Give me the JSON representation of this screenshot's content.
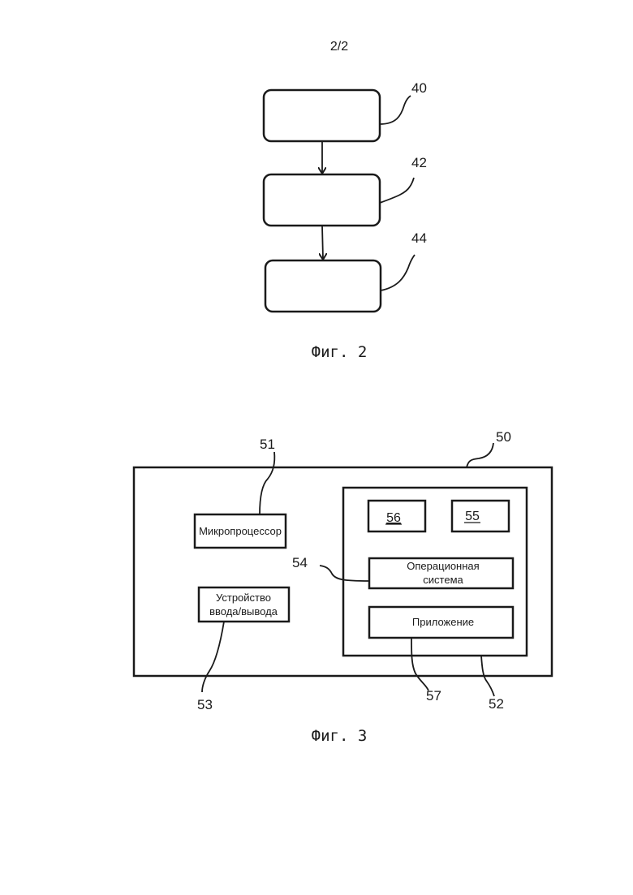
{
  "page": {
    "number": "2/2"
  },
  "fig2": {
    "caption": "Фиг. 2",
    "blocks": [
      {
        "ref": "40"
      },
      {
        "ref": "42"
      },
      {
        "ref": "44"
      }
    ]
  },
  "fig3": {
    "caption": "Фиг. 3",
    "device_ref": "50",
    "memory_ref": "52",
    "microprocessor": {
      "ref": "51",
      "label": "Микропроцессор"
    },
    "io_device": {
      "ref": "53",
      "label_line1": "Устройство",
      "label_line2": "ввода/вывода"
    },
    "os": {
      "ref": "54",
      "label_line1": "Операционная",
      "label_line2": "система"
    },
    "app": {
      "ref": "57",
      "label": "Приложение"
    },
    "box56": {
      "ref": "56"
    },
    "box55": {
      "ref": "55"
    }
  }
}
